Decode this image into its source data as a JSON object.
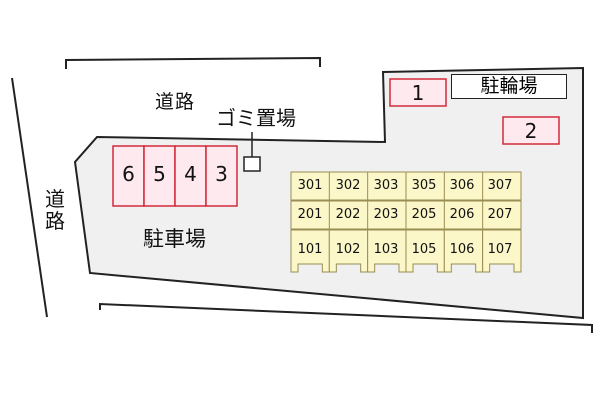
{
  "roads": {
    "top_label": "道路",
    "left_label": "道路"
  },
  "garbage": {
    "label": "ゴミ置場"
  },
  "parking": {
    "label": "駐車場",
    "stalls": [
      "6",
      "5",
      "4",
      "3"
    ],
    "extra_stalls": [
      "1",
      "2"
    ]
  },
  "bicycle_parking": {
    "label": "駐輪場"
  },
  "building": {
    "floors": [
      [
        "301",
        "302",
        "303",
        "305",
        "306",
        "307"
      ],
      [
        "201",
        "202",
        "203",
        "205",
        "206",
        "207"
      ],
      [
        "101",
        "102",
        "103",
        "105",
        "106",
        "107"
      ]
    ]
  },
  "colors": {
    "site_fill": "#f0f0f0",
    "parking_accent": "#d42a3c",
    "parking_fill": "#fde9ee",
    "building_fill": "#fbf7c8",
    "building_stroke": "#9a8e55",
    "outline": "#222222"
  }
}
